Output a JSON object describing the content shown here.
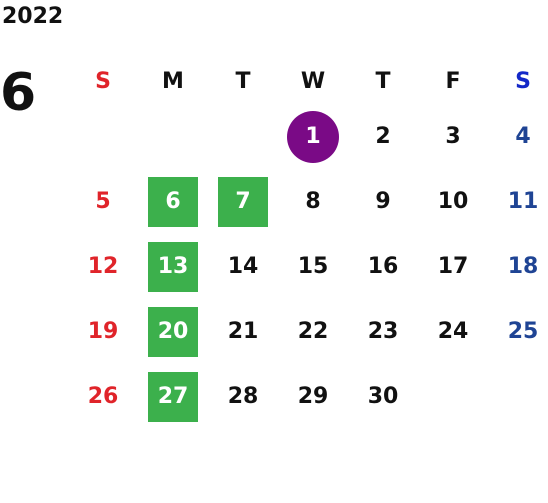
{
  "calendar": {
    "year": "2022",
    "month": "6",
    "weekdays": [
      "S",
      "M",
      "T",
      "W",
      "T",
      "F",
      "S"
    ],
    "weekday_colors": [
      "#e0242a",
      "#111111",
      "#111111",
      "#111111",
      "#111111",
      "#111111",
      "#1428c8"
    ],
    "colors": {
      "sunday": "#e0242a",
      "saturday": "#1f4494",
      "weekday": "#111111",
      "highlight_green": "#3cb04c",
      "today_purple": "#7a0a86"
    },
    "weeks": [
      [
        {
          "d": ""
        },
        {
          "d": ""
        },
        {
          "d": ""
        },
        {
          "d": "1",
          "mark": "today"
        },
        {
          "d": "2"
        },
        {
          "d": "3"
        },
        {
          "d": "4"
        }
      ],
      [
        {
          "d": "5"
        },
        {
          "d": "6",
          "mark": "green"
        },
        {
          "d": "7",
          "mark": "green"
        },
        {
          "d": "8"
        },
        {
          "d": "9"
        },
        {
          "d": "10"
        },
        {
          "d": "11"
        }
      ],
      [
        {
          "d": "12"
        },
        {
          "d": "13",
          "mark": "green"
        },
        {
          "d": "14"
        },
        {
          "d": "15"
        },
        {
          "d": "16"
        },
        {
          "d": "17"
        },
        {
          "d": "18"
        }
      ],
      [
        {
          "d": "19"
        },
        {
          "d": "20",
          "mark": "green"
        },
        {
          "d": "21"
        },
        {
          "d": "22"
        },
        {
          "d": "23"
        },
        {
          "d": "24"
        },
        {
          "d": "25"
        }
      ],
      [
        {
          "d": "26"
        },
        {
          "d": "27",
          "mark": "green"
        },
        {
          "d": "28"
        },
        {
          "d": "29"
        },
        {
          "d": "30"
        },
        {
          "d": ""
        },
        {
          "d": ""
        }
      ]
    ]
  }
}
